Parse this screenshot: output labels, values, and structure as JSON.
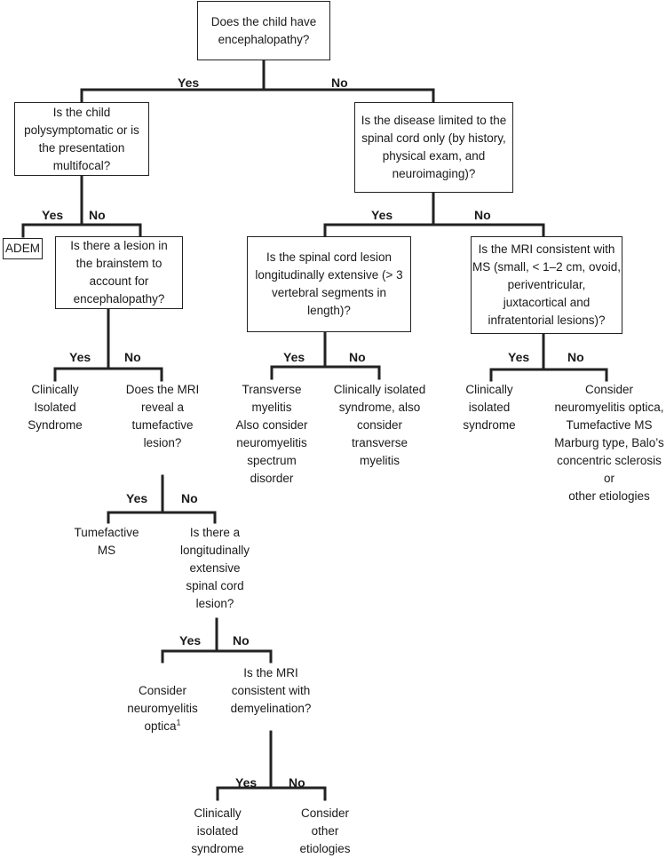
{
  "nodes": {
    "q1": "Does the child have\nencephalopathy?",
    "q2": "Is the child\npolysymptomatic or is\nthe presentation\nmultifocal?",
    "q3": "Is the disease limited to the\nspinal cord only (by history,\nphysical exam, and\nneuroimaging)?",
    "adem": "ADEM",
    "q4": "Is there a lesion in\nthe brainstem to\naccount for\nencephalopathy?",
    "q5": "Is the spinal cord lesion\nlongitudinally extensive (> 3\nvertebral segments in\nlength)?",
    "q6": "Is the MRI consistent with\nMS (small, < 1–2 cm, ovoid,\nperiventricular,\njuxtacortical and\ninfratentorial lesions)?",
    "cis1": "Clinically\nIsolated\nSyndrome",
    "q7": "Does the MRI\nreveal a\ntumefactive\nlesion?",
    "tm": "Transverse\nmyelitis\nAlso consider\nneuromyelitis\nspectrum\ndisorder",
    "cis2": "Clinically isolated\nsyndrome, also\nconsider\ntransverse\nmyelitis",
    "cis3": "Clinically\nisolated\nsyndrome",
    "nmo2": "Consider\nneuromyelitis optica,\nTumefactive MS\nMarburg type, Balo’s\nconcentric sclerosis or\nother etiologies",
    "tms": "Tumefactive\nMS",
    "q8": "Is there a\nlongitudinally\nextensive\nspinal cord\nlesion?",
    "nmo1_text": "Consider\nneuromyelitis\noptica",
    "nmo1_sup": "1",
    "q9": "Is the MRI\nconsistent with\ndemyelination?",
    "cis4": "Clinically\nisolated\nsyndrome",
    "other": "Consider\nother\netiologies"
  },
  "labels": {
    "yes": "Yes",
    "no": "No"
  }
}
